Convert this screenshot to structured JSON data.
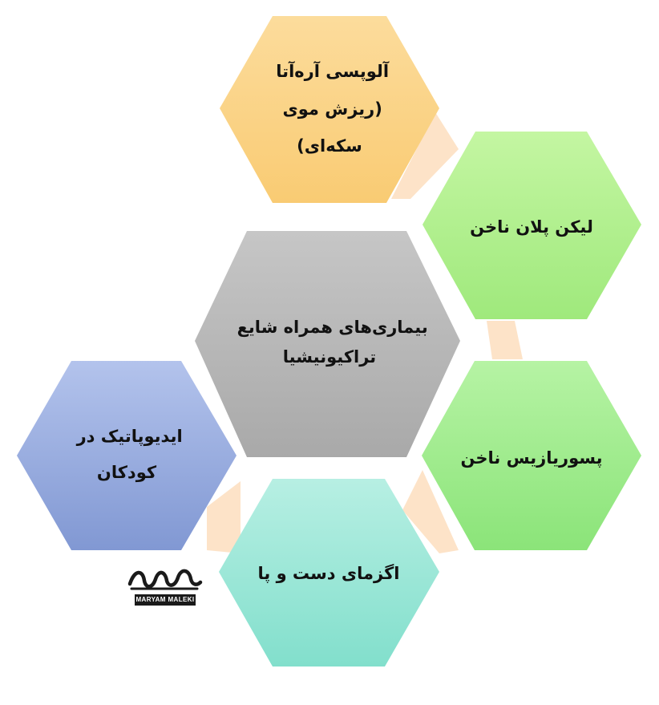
{
  "center": {
    "lines": [
      "بیماری‌های همراه شایع",
      "تراکیونیشیا"
    ],
    "color": "#b9b9b9"
  },
  "hexagons": [
    {
      "id": "alopecia",
      "lines": [
        "آلوپسی آره‌آتا",
        "(ریزش موی",
        "سکه‌ای)"
      ],
      "color": "#fbd68a"
    },
    {
      "id": "lichen",
      "lines": [
        "لیکن پلان ناخن"
      ],
      "color": "#b4f08e"
    },
    {
      "id": "psoriasis",
      "lines": [
        "پسوریازیس ناخن"
      ],
      "color": "#a3ee8f"
    },
    {
      "id": "eczema",
      "lines": [
        "اگزمای دست و پا"
      ],
      "color": "#a3e8d6"
    },
    {
      "id": "idiopathic",
      "lines": [
        "ایدیوپاتیک در",
        "کودکان"
      ],
      "color": "#9eb0e0"
    }
  ],
  "connector_color": "#fde3c8",
  "logo": {
    "script": "مریم ملکی",
    "text": "MARYAM MALEKI"
  }
}
